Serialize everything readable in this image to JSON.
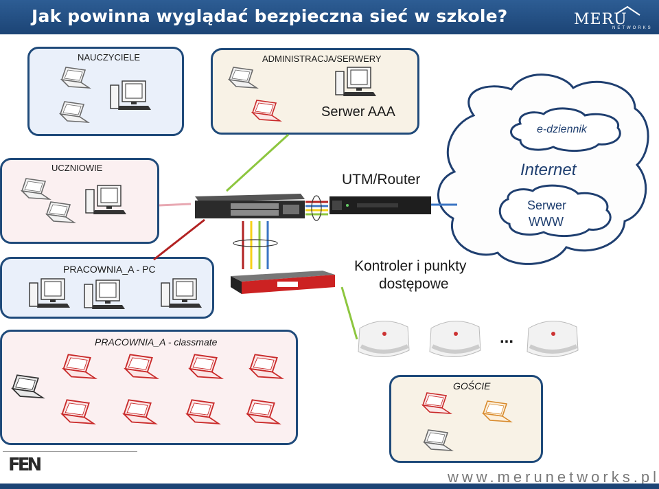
{
  "title": "Jak powinna wyglądać bezpieczna sieć w szkole?",
  "logo": {
    "brand": "MERU",
    "sub": "NETWORKS"
  },
  "zones": {
    "teachers": "NAUCZYCIELE",
    "admin": "ADMINISTRACJA/SERWERY",
    "aaa": "Serwer AAA",
    "students": "UCZNIOWIE",
    "lab_pc": "PRACOWNIA_A - PC",
    "lab_classmate": "PRACOWNIA_A - classmate",
    "guests": "GOŚCIE"
  },
  "devices": {
    "router": "UTM/Router",
    "controller_line1": "Kontroler i punkty",
    "controller_line2": "dostępowe",
    "more_aps": "..."
  },
  "cloud": {
    "ediary": "e-dziennik",
    "internet": "Internet",
    "web_server_line1": "Serwer",
    "web_server_line2": "WWW"
  },
  "footer": {
    "url": "www.merunetworks.pl",
    "partner_logo": "FEN"
  },
  "colors": {
    "header": "#1c4475",
    "zone_border": "#1f4a7a",
    "link_green": "#8dc63f",
    "link_red": "#b22222",
    "link_yellow": "#f7d117",
    "link_blue": "#3a75c4"
  }
}
